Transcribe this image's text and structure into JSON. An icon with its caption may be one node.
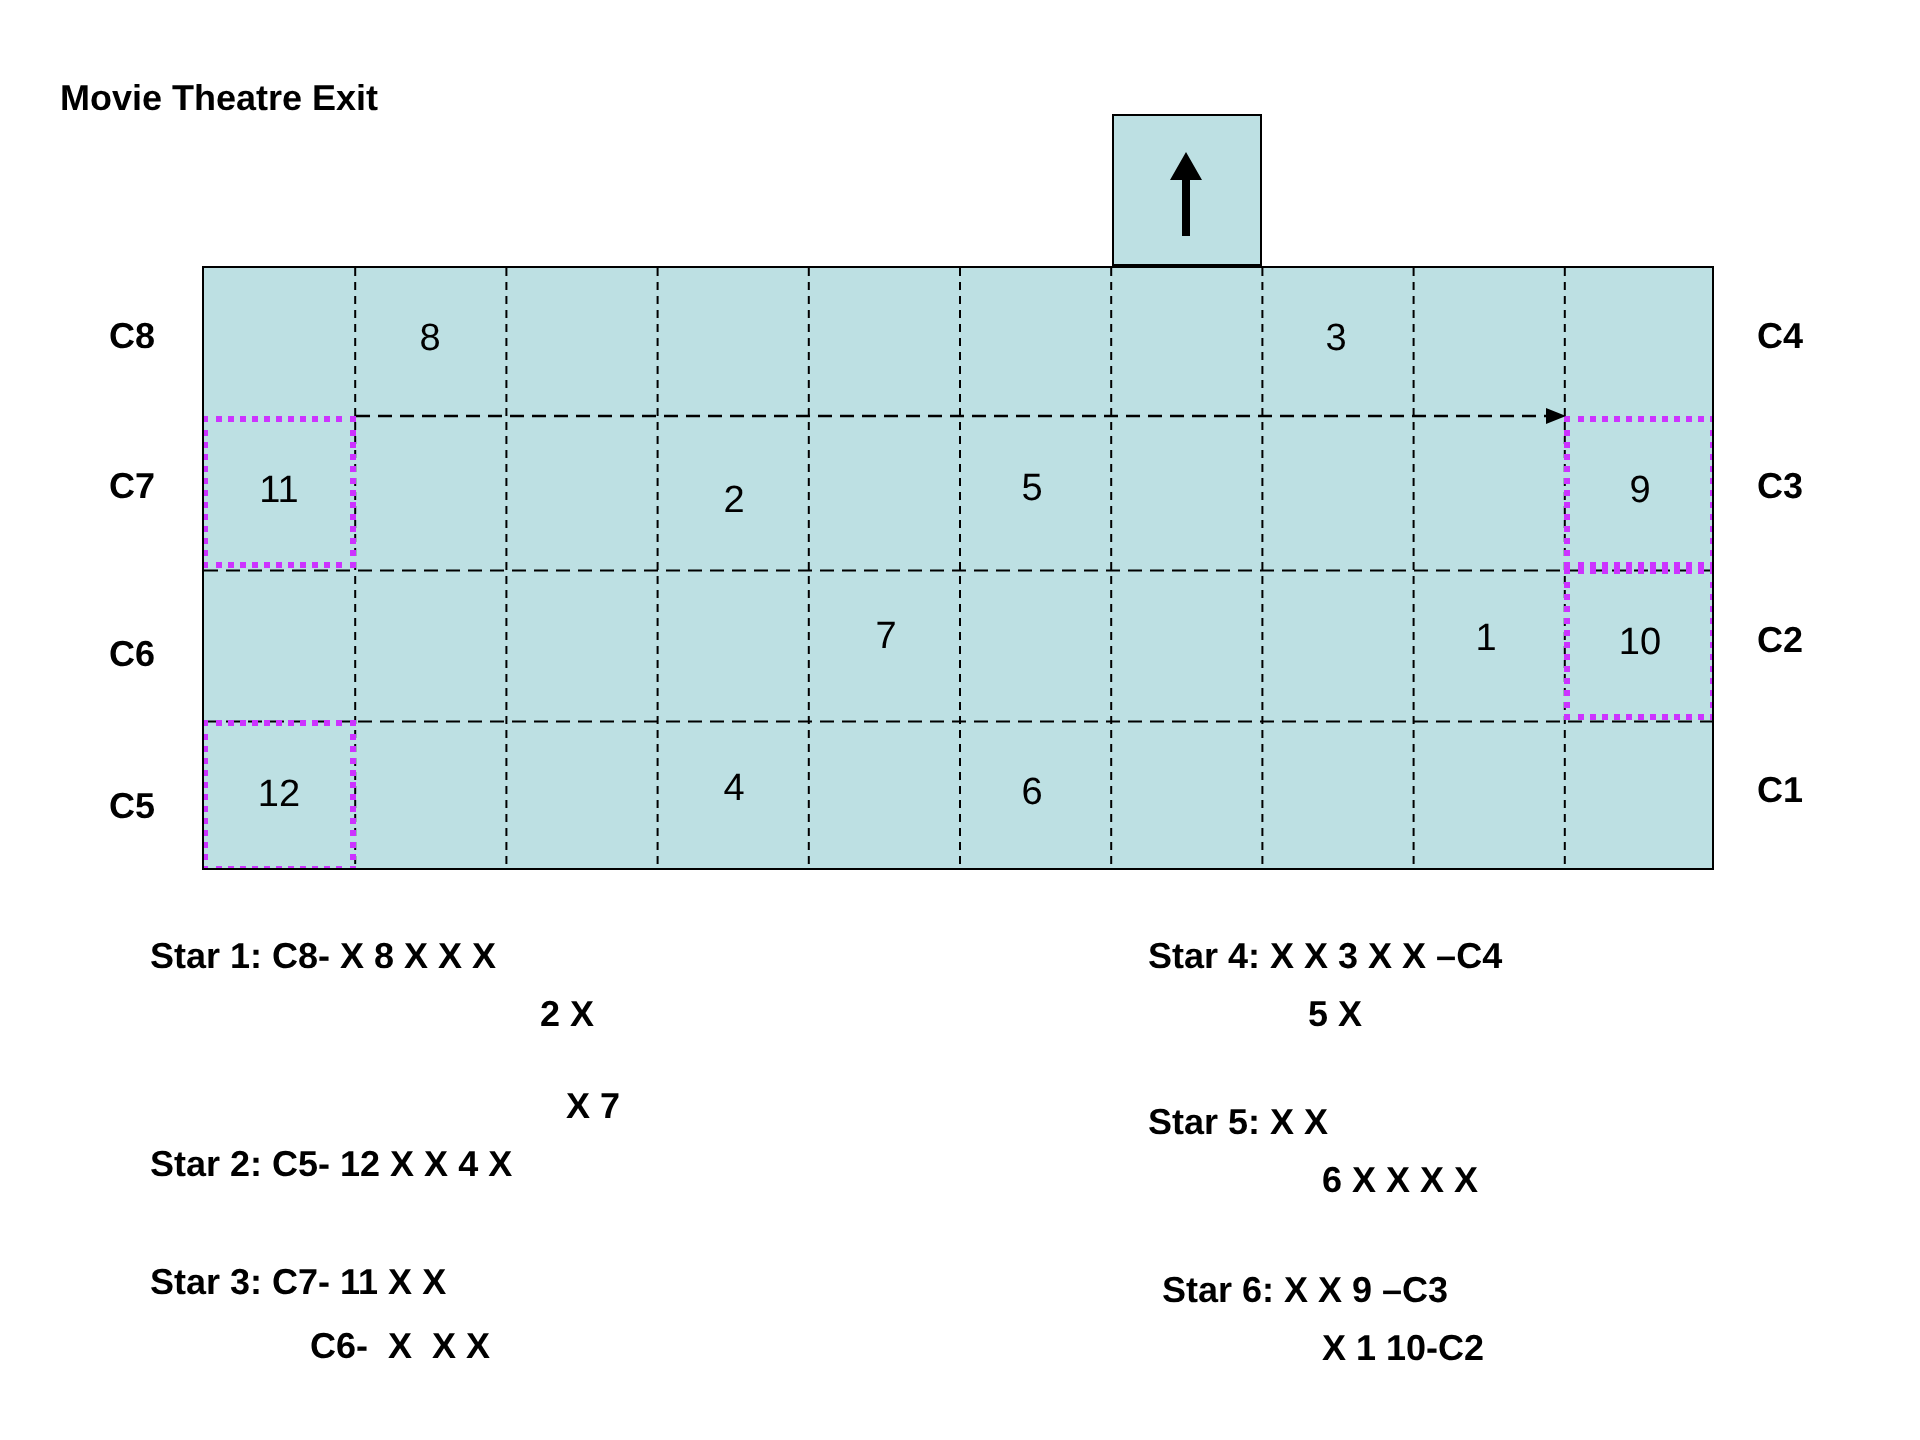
{
  "diagram": {
    "title": "Movie Theatre Exit",
    "nodes": [
      {
        "text": [],
        "shape": "box"
      },
      {
        "text": [],
        "shape": "box"
      },
      {
        "text": [
          "11"
        ],
        "in": 1
      },
      {
        "text": [
          "9"
        ],
        "in": 1
      },
      {
        "text": [
          "10"
        ],
        "in": 1
      },
      {
        "text": [
          "12"
        ],
        "in": 1
      }
    ],
    "edges": [
      {
        "from": 2,
        "to": 3,
        "arrow": "to",
        "style": "dashed"
      }
    ],
    "labels": [
      "C8",
      "8",
      "3",
      "C4",
      "C7",
      "2",
      "5",
      "C3",
      "C6",
      "7",
      "1",
      "C2",
      "C5",
      "4",
      "6",
      "C1",
      "Star 1: C8- X 8 X X X",
      "2 X",
      "Star 4: X X 3 X X –C4",
      "5 X",
      "X 7",
      "Star 2: C5- 12 X X 4 X",
      "Star 5: X X",
      "6 X X X X",
      "Star 3: C7- 11 X X",
      "Star 6: X X 9 –C3",
      "C6-  X  X X",
      "X 1 10-C2"
    ]
  }
}
